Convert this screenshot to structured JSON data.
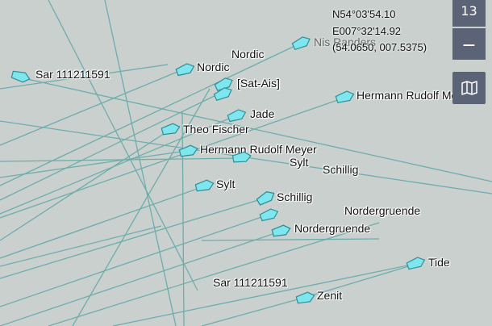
{
  "coordinates": {
    "lat": "N54°03'54.10",
    "lon": "E007°32'14.92",
    "decimal": "(54.0650, 007.5375)"
  },
  "zoom": {
    "level": "13",
    "zoom_out_label": "−"
  },
  "layers_button": {
    "icon": "map-layers-icon"
  },
  "colors": {
    "water": "#c9d0cd",
    "track": "#5fa8a6",
    "vessel_fill": "#7fe6ee",
    "vessel_stroke": "#2d8f99",
    "control": "#5a6476"
  },
  "vessels": [
    {
      "name": "Sar 111211591"
    },
    {
      "name": "Nordic"
    },
    {
      "name": "Nordic"
    },
    {
      "name": "Nis Randers"
    },
    {
      "name": "[Sat-Ais]"
    },
    {
      "name": ""
    },
    {
      "name": "Hermann Rudolf Meyer"
    },
    {
      "name": "Jade"
    },
    {
      "name": "Theo Fischer"
    },
    {
      "name": "Hermann Rudolf Meyer"
    },
    {
      "name": "Sylt"
    },
    {
      "name": "Sylt"
    },
    {
      "name": "Schillig"
    },
    {
      "name": "Schillig"
    },
    {
      "name": ""
    },
    {
      "name": "Nordergruende"
    },
    {
      "name": "Nordergruende"
    },
    {
      "name": "Tide"
    },
    {
      "name": "Sar 111211591"
    },
    {
      "name": "Zenit"
    }
  ]
}
